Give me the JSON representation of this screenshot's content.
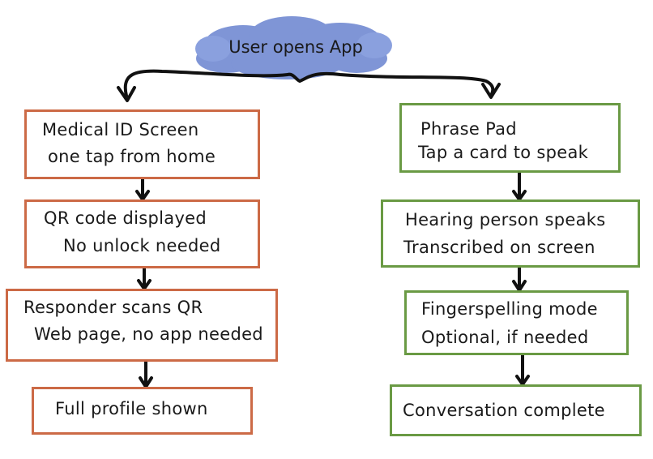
{
  "start": {
    "label": "User opens App"
  },
  "left_flow": {
    "steps": [
      {
        "line1": "Medical ID Screen",
        "line2": "one tap from home"
      },
      {
        "line1": "QR code displayed",
        "line2": "No unlock needed"
      },
      {
        "line1": "Responder scans QR",
        "line2": "Web page, no app needed"
      },
      {
        "line1": "Full profile shown"
      }
    ],
    "color": "#cc6a46"
  },
  "right_flow": {
    "steps": [
      {
        "line1": "Phrase Pad",
        "line2": "Tap a card to speak"
      },
      {
        "line1": "Hearing person speaks",
        "line2": "Transcribed on screen"
      },
      {
        "line1": "Fingerspelling mode",
        "line2": "Optional, if needed"
      },
      {
        "line1": "Conversation complete"
      }
    ],
    "color": "#6a9a44"
  },
  "cloud_color": "#7f95d6"
}
